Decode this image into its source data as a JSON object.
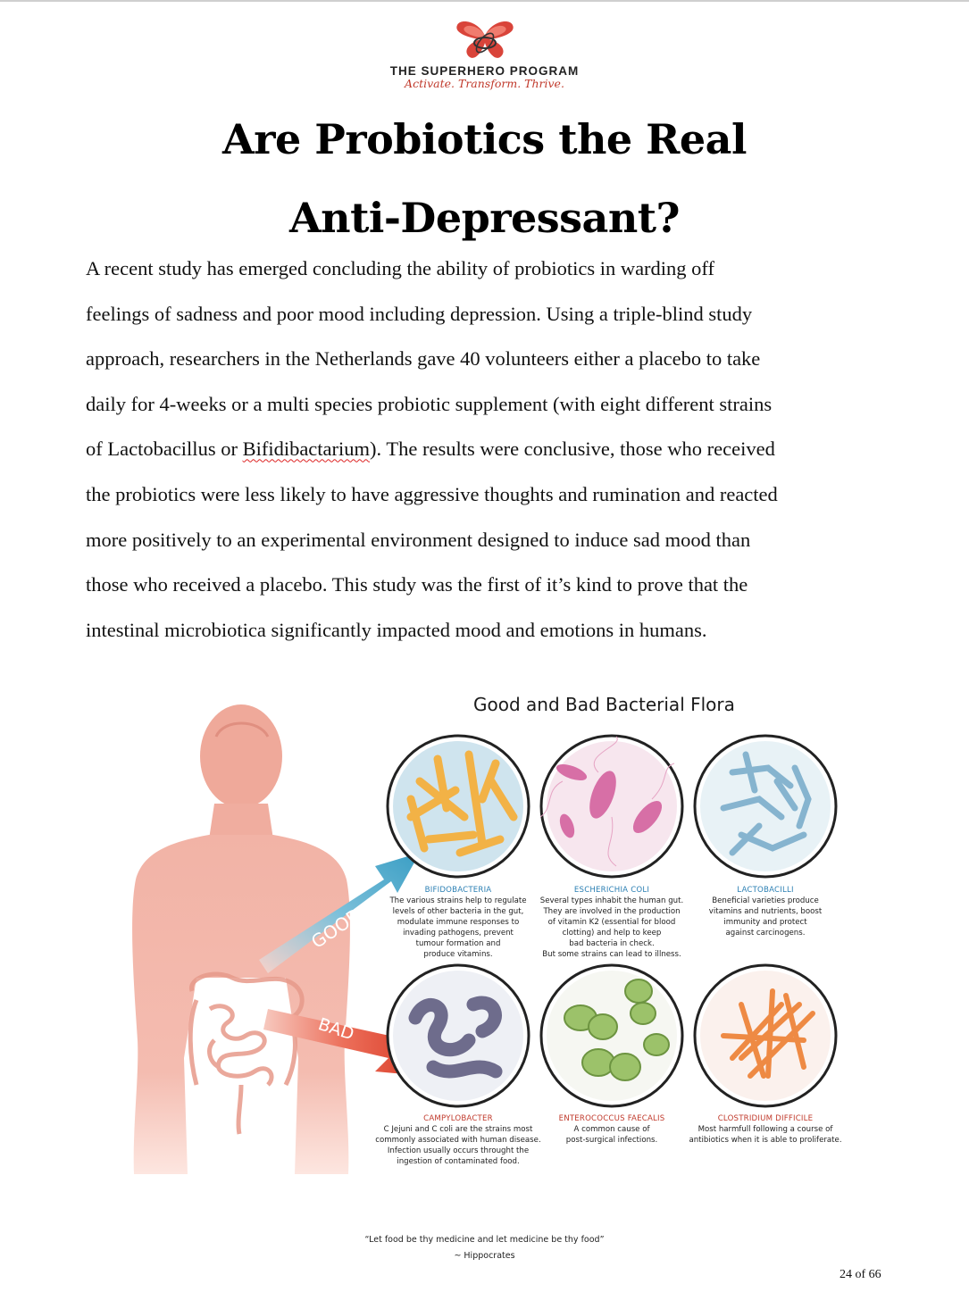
{
  "header": {
    "brand_name": "THE SUPERHERO PROGRAM",
    "brand_tagline": "Activate. Transform. Thrive."
  },
  "title": {
    "line1": "Are Probiotics the Real",
    "line2": "Anti-Depressant?"
  },
  "body": {
    "lines": [
      "A recent study has emerged concluding the ability of probiotics in warding off",
      "feelings of sadness and poor mood including depression. Using a triple-blind study",
      "approach, researchers in the Netherlands gave 40 volunteers either a placebo to take",
      "daily for 4-weeks or a multi species probiotic supplement (with eight different strains",
      "of Lactobacillus or ",
      "the probiotics were less likely to have aggressive thoughts and rumination and reacted",
      "more positively to an experimental environment designed to induce sad mood than",
      "those who received a placebo. This study was the first of it’s kind to prove that the",
      "intestinal microbiotica significantly impacted mood and emotions in humans."
    ],
    "misspelled_word": "Bifidibactarium",
    "line5_tail": "). The results were conclusive, those who received"
  },
  "figure": {
    "title": "Good and Bad Bacterial Flora",
    "arrow_good": "GOOD",
    "arrow_bad": "BAD",
    "good_bacteria": [
      {
        "name": "BIFIDOBACTERIA",
        "lines": [
          "The various strains help to regulate",
          "levels of other bacteria in the gut,",
          "modulate immune responses to",
          "invading pathogens, prevent",
          "tumour formation and",
          "produce vitamins."
        ]
      },
      {
        "name": "ESCHERICHIA COLI",
        "lines": [
          "Several types inhabit the human gut.",
          "They are involved in the production",
          "of vitamin K2 (essential for blood",
          "clotting) and help to keep",
          "bad bacteria in check.",
          "But some strains can lead to illness."
        ]
      },
      {
        "name": "LACTOBACILLI",
        "lines": [
          "Beneficial varieties produce",
          "vitamins and nutrients, boost",
          "immunity and protect",
          "against carcinogens."
        ]
      }
    ],
    "bad_bacteria": [
      {
        "name": "CAMPYLOBACTER",
        "lines": [
          "C Jejuni and C coli are the strains most",
          "commonly associated with human disease.",
          "Infection usually occurs throught the",
          "ingestion of contaminated food."
        ]
      },
      {
        "name": "ENTEROCOCCUS FAECALIS",
        "lines": [
          "A common cause of",
          "post-surgical infections."
        ]
      },
      {
        "name": "CLOSTRIDIUM DIFFICILE",
        "lines": [
          "Most harmfull following a course of",
          "antibiotics when it is able to proliferate."
        ]
      }
    ]
  },
  "footer": {
    "quote": "“Let food be thy medicine and let medicine be thy food”",
    "attribution": "~ Hippocrates",
    "page": "24 of 66"
  },
  "colors": {
    "brand_red": "#c0392b",
    "good_blue": "#3a9ec4",
    "bad_red": "#e04a35",
    "body_pink": "#f2b3a6"
  }
}
